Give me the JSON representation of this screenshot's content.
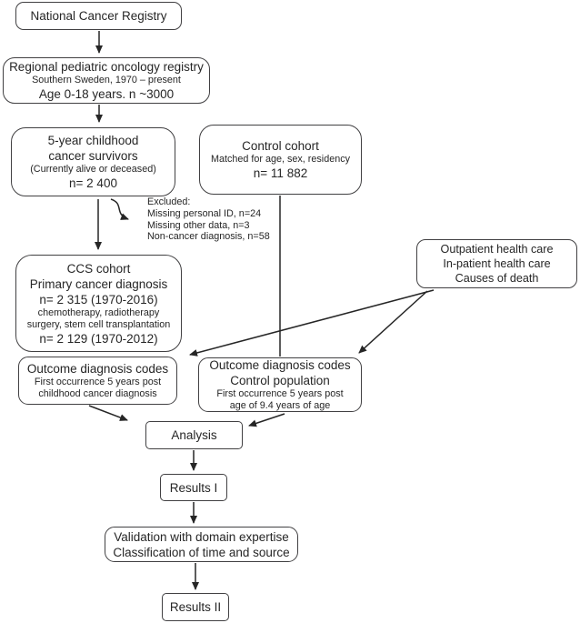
{
  "colors": {
    "background": "#ffffff",
    "box_border": "#414042",
    "text": "#262626",
    "arrow": "#262626"
  },
  "boxes": {
    "national": {
      "l1": "National Cancer Registry"
    },
    "regional": {
      "l1": "Regional pediatric oncology registry",
      "l2": "Southern Sweden, 1970 – present",
      "l3": "Age 0-18 years. n ~3000"
    },
    "survivors": {
      "l1": "5-year childhood",
      "l2": "cancer survivors",
      "l3": "(Currently alive or deceased)",
      "l4": "n= 2 400"
    },
    "control": {
      "l1": "Control cohort",
      "l2": "Matched for age, sex, residency",
      "l3": "n= 11 882"
    },
    "excluded": {
      "l1": "Excluded:",
      "l2": "Missing personal ID, n=24",
      "l3": "Missing other data, n=3",
      "l4": "Non-cancer diagnosis, n=58"
    },
    "ccs": {
      "l1": "CCS cohort",
      "l2": "Primary cancer diagnosis",
      "l3": "n= 2 315 (1970-2016)",
      "l4": "chemotherapy, radiotherapy",
      "l5": "surgery, stem cell transplantation",
      "l6": "n= 2 129 (1970-2012)"
    },
    "data_sources": {
      "l1": "Outpatient health care",
      "l2": "In-patient health care",
      "l3": "Causes of death"
    },
    "outcome_ccs": {
      "l1": "Outcome diagnosis codes",
      "l2": "First occurrence 5 years post",
      "l3": "childhood cancer diagnosis"
    },
    "outcome_control": {
      "l1": "Outcome diagnosis codes",
      "l2": "Control population",
      "l3": "First occurrence 5 years post",
      "l4": "age of 9.4 years of age"
    },
    "analysis": {
      "l1": "Analysis"
    },
    "results_1": {
      "l1": "Results I"
    },
    "validation": {
      "l1": "Validation with domain expertise",
      "l2": "Classification of time and source"
    },
    "results_2": {
      "l1": "Results II"
    }
  }
}
